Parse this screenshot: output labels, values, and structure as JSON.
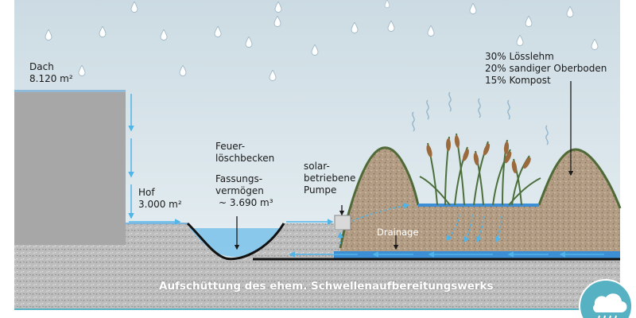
{
  "colors": {
    "sky": "#dde8ee",
    "building": "#a7a7a7",
    "ground": "#bdbdbd",
    "soil": "#b39d85",
    "vegetation_border": "#4f6a36",
    "water": "#3d8fd5",
    "flow_arrow": "#4fb4e8",
    "badge": "#56b1c2"
  },
  "labels": {
    "roof": [
      "Dach",
      "8.120 m²"
    ],
    "yard": [
      "Hof",
      "3.000 m²"
    ],
    "pond_title": [
      "Feuer-",
      "löschbecken"
    ],
    "pond_capacity": [
      "Fassungs-",
      "vermögen"
    ],
    "pond_volume": "~ 3.690  m³",
    "pump": [
      "solar-",
      "betriebene",
      "Pumpe"
    ],
    "substrate": [
      "30% Lösslehm",
      "20% sandiger Oberboden",
      "15% Kompost"
    ],
    "drainage": "Drainage",
    "caption": "Aufschüttung des ehem. Schwellenaufbereitungswerks"
  },
  "icons": {
    "rain_drops": "raindrop-icon",
    "badge": "rain-cloud-icon"
  }
}
